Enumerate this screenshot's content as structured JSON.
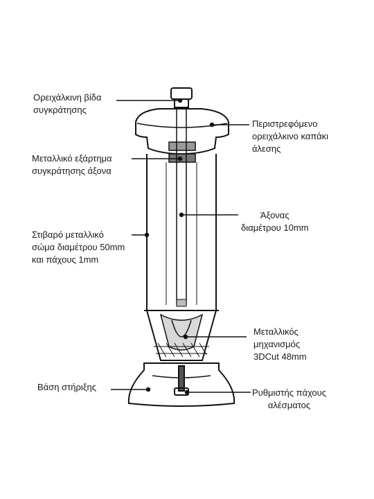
{
  "labels": {
    "brass_screw": "Ορειχάλκινη βίδα\nσυγκράτησης",
    "rotating_lid": "Περιστρεφόμενο\nορειχάλκινο καπάκι\nάλεσης",
    "shaft_fitting": "Μεταλλικό εξάρτημα\nσυγκράτησης άξονα",
    "shaft": "Άξονας\nδιαμέτρου 10mm",
    "body": "Στιβαρό μεταλλικό\nσώμα διαμέτρου 50mm\nκαι πάχους 1mm",
    "mechanism": "Μεταλλικός\nμηχανισμός\n3DCut 48mm",
    "base": "Βάση στήριξης",
    "adjuster": "Ρυθμιστής πάχους\nαλέσματος"
  }
}
